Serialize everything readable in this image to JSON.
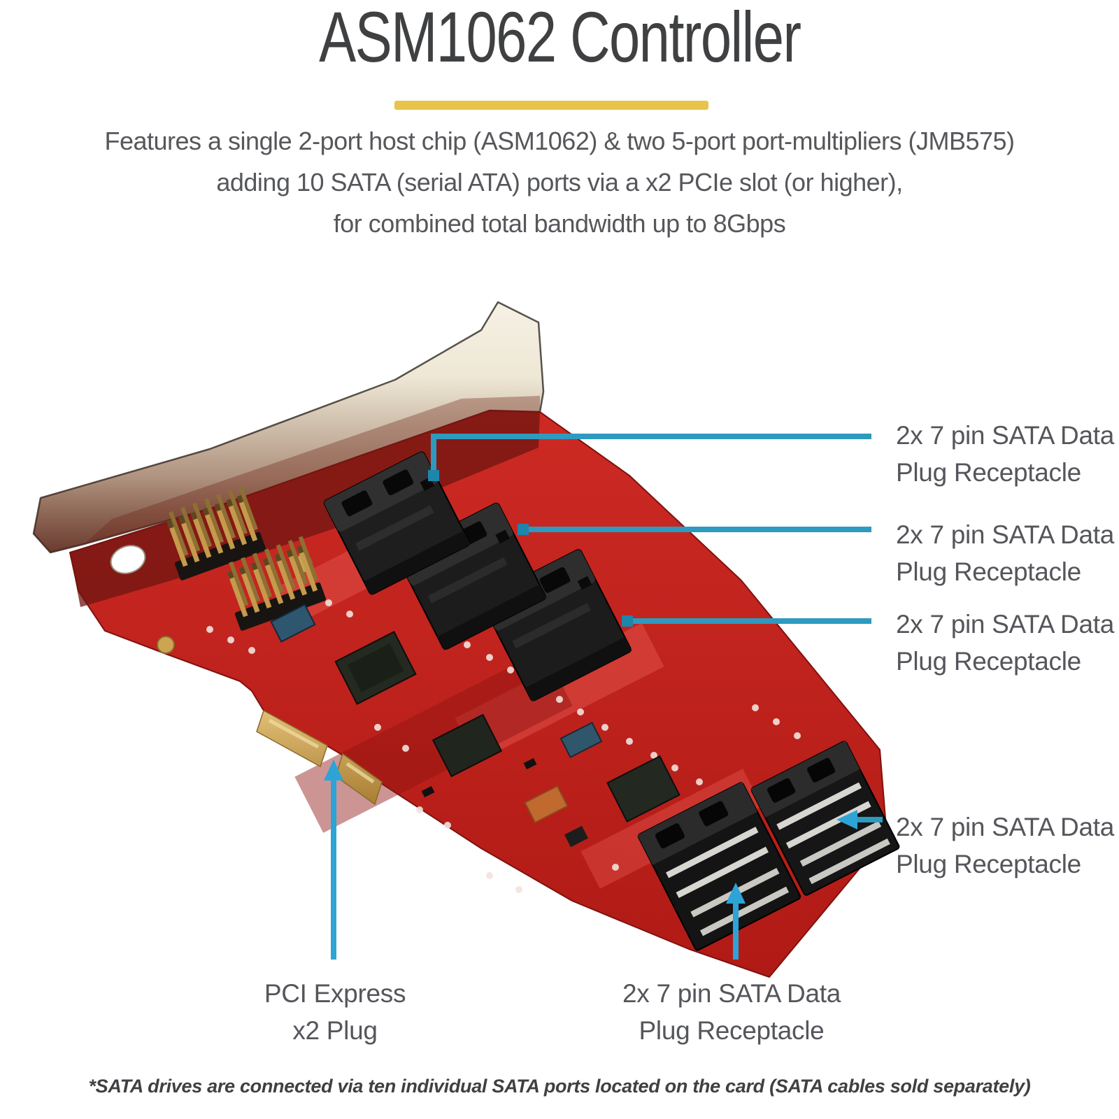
{
  "title": {
    "text": "ASM1062 Controller"
  },
  "description": {
    "line1": "Features a single 2-port host chip (ASM1062) & two 5-port port-multipliers (JMB575)",
    "line2": "adding 10 SATA (serial ATA) ports via a x2 PCIe slot (or higher),",
    "line3": "for combined total bandwidth up to 8Gbps"
  },
  "callouts": {
    "right": [
      {
        "line1": "2x 7 pin SATA Data",
        "line2": "Plug Receptacle"
      },
      {
        "line1": "2x 7 pin SATA Data",
        "line2": "Plug Receptacle"
      },
      {
        "line1": "2x 7 pin SATA Data",
        "line2": "Plug Receptacle"
      },
      {
        "line1": "2x 7 pin SATA Data",
        "line2": "Plug Receptacle"
      }
    ],
    "pcie": {
      "line1": "PCI Express",
      "line2": "x2 Plug"
    },
    "bottom_sata": {
      "line1": "2x 7 pin SATA Data",
      "line2": "Plug Receptacle"
    }
  },
  "footnote": "*SATA drives are connected via ten individual SATA ports located on the card (SATA cables sold separately)",
  "colors": {
    "accent_yellow": "#E9C44C",
    "callout_blue": "#2E9ABF",
    "text_gray": "#55565B",
    "title_gray": "#3F4042",
    "pcb_red": "#C42823",
    "bracket_beige": "#EDE5D2",
    "connector_black": "#1B1B1B",
    "gold": "#C9A24B"
  }
}
